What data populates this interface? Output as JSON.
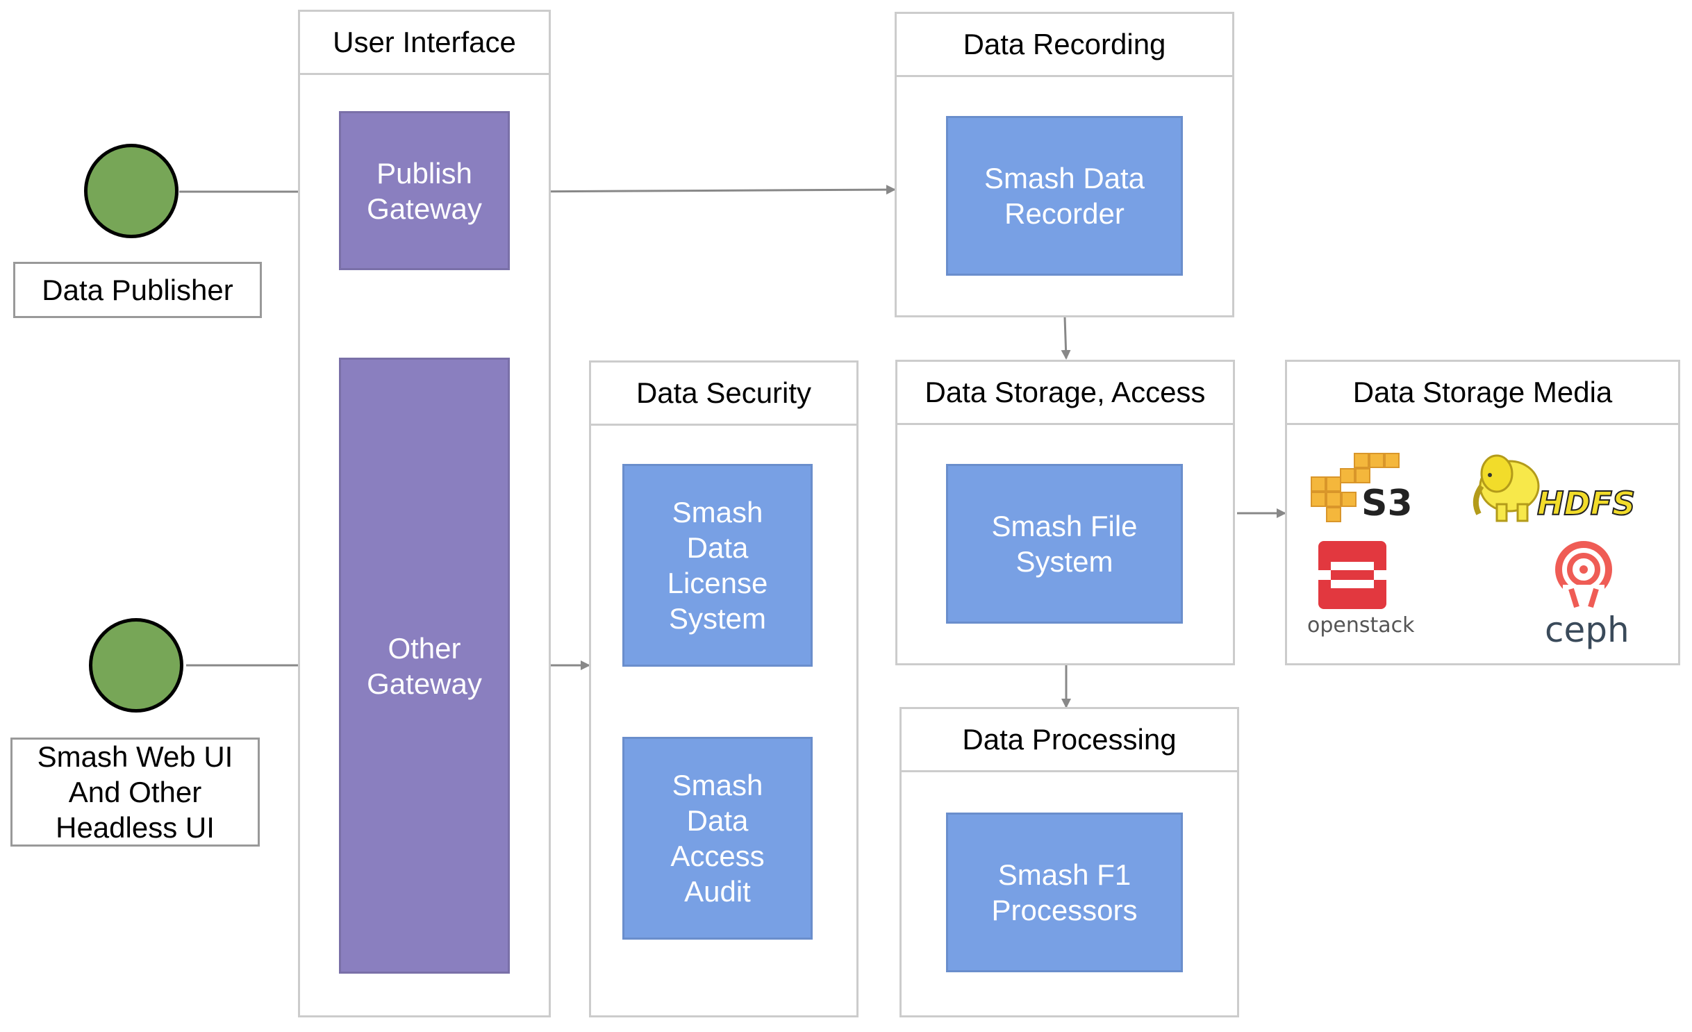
{
  "actors": {
    "publisher_label": "Data Publisher",
    "webui_label": "Smash Web UI\nAnd Other\nHeadless UI"
  },
  "user_interface": {
    "title": "User Interface",
    "publish_gateway": "Publish\nGateway",
    "other_gateway": "Other\nGateway"
  },
  "data_security": {
    "title": "Data Security",
    "license_system": "Smash\nData\nLicense\nSystem",
    "access_audit": "Smash\nData\nAccess\nAudit"
  },
  "data_recording": {
    "title": "Data Recording",
    "recorder": "Smash Data\nRecorder"
  },
  "data_storage": {
    "title": "Data Storage, Access",
    "file_system": "Smash File\nSystem"
  },
  "data_processing": {
    "title": "Data Processing",
    "processors": "Smash F1\nProcessors"
  },
  "storage_media": {
    "title": "Data Storage Media",
    "logos": [
      {
        "name": "s3-logo",
        "text": "S3"
      },
      {
        "name": "hdfs-logo",
        "text": "HDFS"
      },
      {
        "name": "openstack-logo",
        "text": "openstack"
      },
      {
        "name": "ceph-logo",
        "text": "ceph"
      }
    ]
  },
  "colors": {
    "actor": "#77a657",
    "gateway": "#8a7fbf",
    "component": "#78a0e4",
    "border": "#cccccc",
    "arrow": "#888888"
  }
}
